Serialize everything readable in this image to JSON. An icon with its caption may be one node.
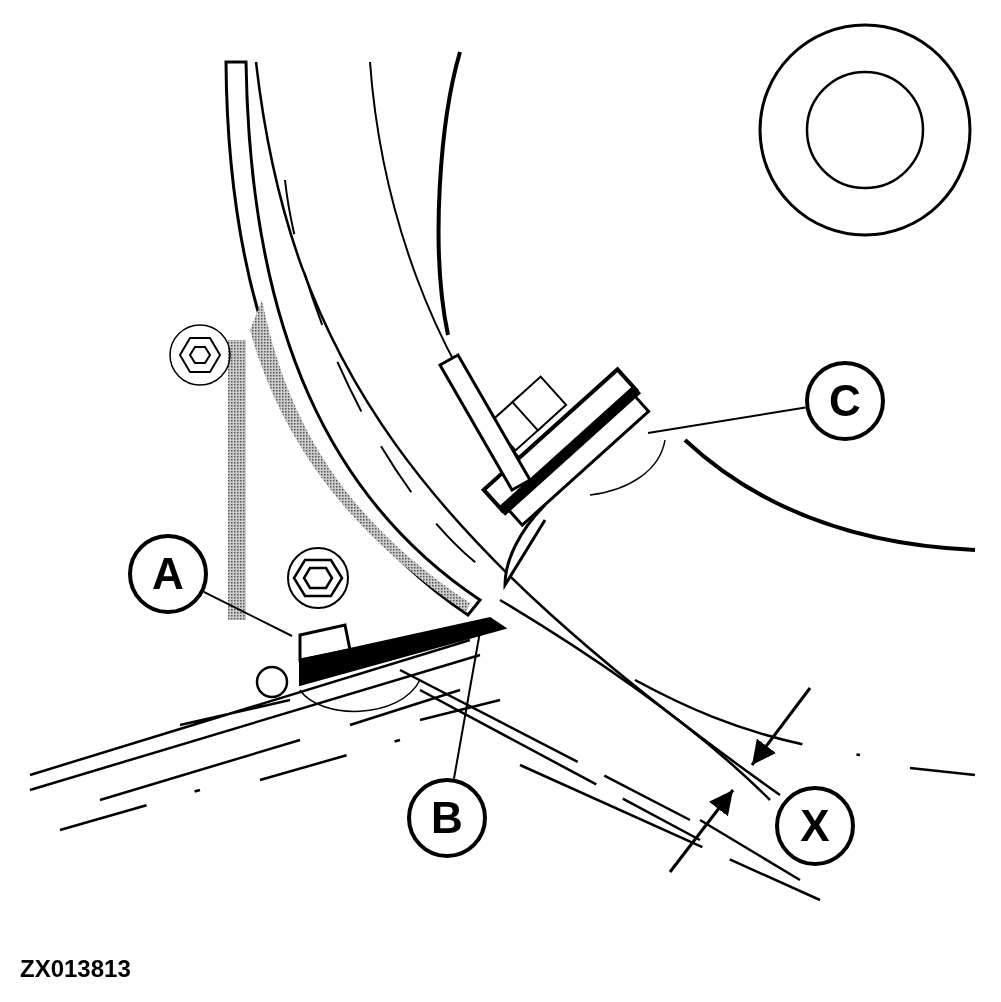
{
  "diagram": {
    "nodes": [
      {
        "text": [
          "A"
        ]
      },
      {
        "text": [
          "B"
        ]
      },
      {
        "text": [
          "C"
        ]
      },
      {
        "text": [
          "X"
        ]
      }
    ],
    "edges": [
      {
        "from": 0,
        "to": null,
        "arrow": "none"
      },
      {
        "from": 1,
        "to": null,
        "arrow": "none"
      },
      {
        "from": 2,
        "to": null,
        "arrow": "none"
      }
    ],
    "labels": [
      "ZX013813"
    ]
  }
}
